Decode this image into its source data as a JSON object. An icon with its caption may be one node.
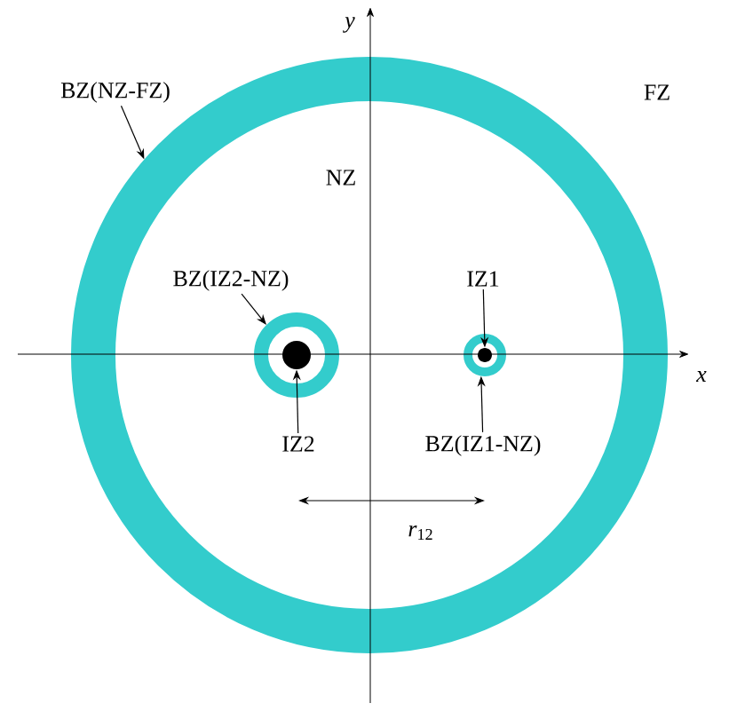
{
  "diagram": {
    "nodes": [
      {
        "text": [
          "BZ(NZ-FZ)"
        ]
      },
      {
        "text": [],
        "shape": "circle"
      },
      {
        "text": [
          "BZ(IZ2-NZ)"
        ],
        "in": 1
      },
      {
        "text": [],
        "shape": "circle",
        "in": 1
      },
      {
        "text": [],
        "shape": "circle",
        "in": 3
      },
      {
        "text": [
          "IZ2"
        ],
        "in": 1
      },
      {
        "text": [
          "IZ1"
        ],
        "in": 1
      },
      {
        "text": [],
        "shape": "circle",
        "in": 1
      },
      {
        "text": [],
        "shape": "circle",
        "in": 7
      },
      {
        "text": [
          "BZ(IZ1-NZ)"
        ],
        "in": 1
      }
    ],
    "edges": [
      {
        "from": 0,
        "to": 1,
        "arrow": "to"
      },
      {
        "from": 2,
        "to": 3,
        "arrow": "to"
      },
      {
        "from": 5,
        "to": 4,
        "arrow": "to"
      },
      {
        "from": 6,
        "to": 8,
        "arrow": "to"
      },
      {
        "from": 9,
        "to": 7,
        "arrow": "to"
      }
    ],
    "labels": [
      "y",
      "FZ",
      "NZ",
      "x",
      "*r*$_{12}$"
    ]
  }
}
